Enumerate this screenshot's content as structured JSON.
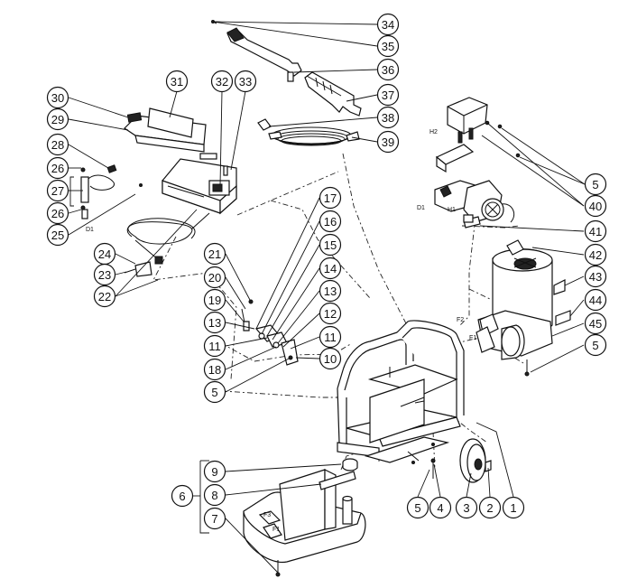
{
  "diagram": {
    "callouts": [
      {
        "id": "c34",
        "label": "34"
      },
      {
        "id": "c35",
        "label": "35"
      },
      {
        "id": "c36",
        "label": "36"
      },
      {
        "id": "c37",
        "label": "37"
      },
      {
        "id": "c38",
        "label": "38"
      },
      {
        "id": "c39",
        "label": "39"
      },
      {
        "id": "c31",
        "label": "31"
      },
      {
        "id": "c32",
        "label": "32"
      },
      {
        "id": "c33",
        "label": "33"
      },
      {
        "id": "c30",
        "label": "30"
      },
      {
        "id": "c29",
        "label": "29"
      },
      {
        "id": "c28",
        "label": "28"
      },
      {
        "id": "c26a",
        "label": "26"
      },
      {
        "id": "c27",
        "label": "27"
      },
      {
        "id": "c26b",
        "label": "26"
      },
      {
        "id": "c25",
        "label": "25"
      },
      {
        "id": "c24",
        "label": "24"
      },
      {
        "id": "c23",
        "label": "23"
      },
      {
        "id": "c22",
        "label": "22"
      },
      {
        "id": "c21",
        "label": "21"
      },
      {
        "id": "c20",
        "label": "20"
      },
      {
        "id": "c19",
        "label": "19"
      },
      {
        "id": "c13a",
        "label": "13"
      },
      {
        "id": "c11a",
        "label": "11"
      },
      {
        "id": "c18",
        "label": "18"
      },
      {
        "id": "c5a",
        "label": "5"
      },
      {
        "id": "c17",
        "label": "17"
      },
      {
        "id": "c16",
        "label": "16"
      },
      {
        "id": "c15",
        "label": "15"
      },
      {
        "id": "c14",
        "label": "14"
      },
      {
        "id": "c13b",
        "label": "13"
      },
      {
        "id": "c12",
        "label": "12"
      },
      {
        "id": "c11b",
        "label": "11"
      },
      {
        "id": "c10",
        "label": "10"
      },
      {
        "id": "c5b",
        "label": "5"
      },
      {
        "id": "c40",
        "label": "40"
      },
      {
        "id": "c41",
        "label": "41"
      },
      {
        "id": "c42",
        "label": "42"
      },
      {
        "id": "c43",
        "label": "43"
      },
      {
        "id": "c44",
        "label": "44"
      },
      {
        "id": "c45",
        "label": "45"
      },
      {
        "id": "c5c",
        "label": "5"
      },
      {
        "id": "c9",
        "label": "9"
      },
      {
        "id": "c8",
        "label": "8"
      },
      {
        "id": "c6",
        "label": "6"
      },
      {
        "id": "c7",
        "label": "7"
      },
      {
        "id": "c5d",
        "label": "5"
      },
      {
        "id": "c4",
        "label": "4"
      },
      {
        "id": "c3",
        "label": "3"
      },
      {
        "id": "c2",
        "label": "2"
      },
      {
        "id": "c1",
        "label": "1"
      }
    ],
    "tags": {
      "h2": "H2",
      "h1": "H1",
      "d1_top": "D1",
      "d1_left": "D1",
      "f2": "F2",
      "f1_right": "F1",
      "f3": "F3",
      "f1_bottom": "F1"
    }
  }
}
